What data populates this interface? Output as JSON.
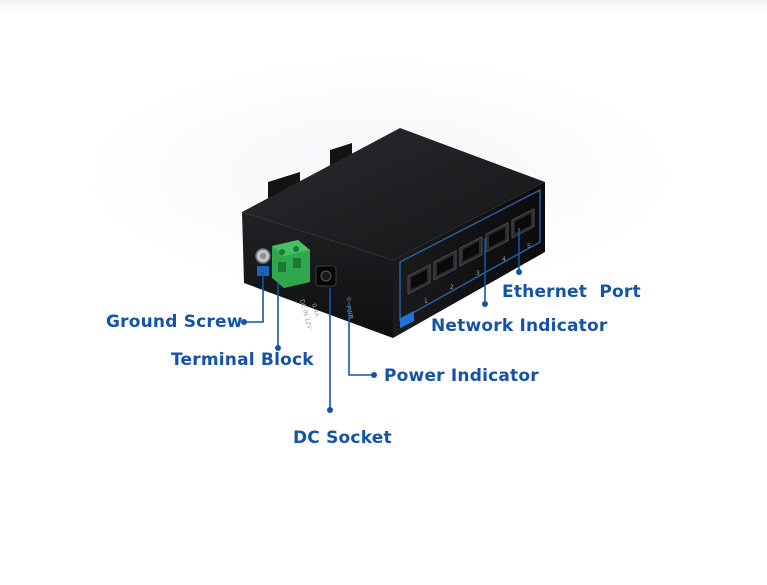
{
  "callouts": {
    "ground_screw": "Ground Screw",
    "terminal_block": "Terminal Block",
    "dc_socket": "DC Socket",
    "power_indicator": "Power Indicator",
    "network_indicator": "Network Indicator",
    "ethernet_port": "Ethernet  Port"
  },
  "device_text": {
    "dc_label": "DC IN 12V",
    "dc_label2": "0.4A",
    "pwr_label": "PWR",
    "port_numbers": [
      "1",
      "2",
      "3",
      "4",
      "5"
    ]
  },
  "colors": {
    "callout": "#1553a6",
    "device_body": "#1b1c1e",
    "terminal": "#2fa84c",
    "port_light": "#1e73d8"
  }
}
